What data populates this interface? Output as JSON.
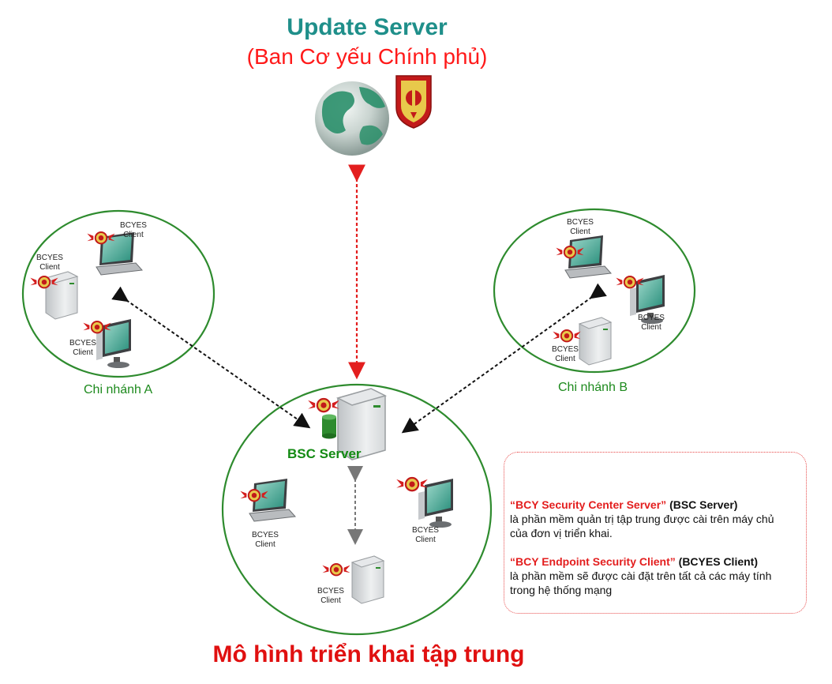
{
  "header": {
    "title": "Update Server",
    "subtitle": "(Ban Cơ yếu Chính phủ)"
  },
  "branches": {
    "a_label": "Chi nhánh A",
    "b_label": "Chi nhánh B"
  },
  "server": {
    "label": "BSC Server"
  },
  "client_labels": {
    "line1": "BCYES",
    "line2": "Client"
  },
  "legend": {
    "item1_name": "“BCY Security Center Server”",
    "item1_abbr": "(BSC Server)",
    "item1_desc1": "là phần mềm quản trị tập trung được cài trên máy chủ",
    "item1_desc2": "của đơn vị triển khai.",
    "item2_name": "“BCY Endpoint Security Client”",
    "item2_abbr": "(BCYES Client)",
    "item2_desc1": "là phần mềm sẽ được cài đặt trên tất cả các máy tính",
    "item2_desc2": "trong hệ thống mạng"
  },
  "footer": {
    "title": "Mô hình triển khai tập trung"
  },
  "colors": {
    "green_circle": "#2e8b2e",
    "red_arrow": "#e31e1e",
    "title_teal": "#1f8f8a",
    "title_red": "#ff1a1a"
  },
  "icons": [
    "globe-icon",
    "emblem-icon",
    "laptop-icon",
    "tower-pc-icon",
    "monitor-icon",
    "server-icon",
    "database-icon"
  ]
}
